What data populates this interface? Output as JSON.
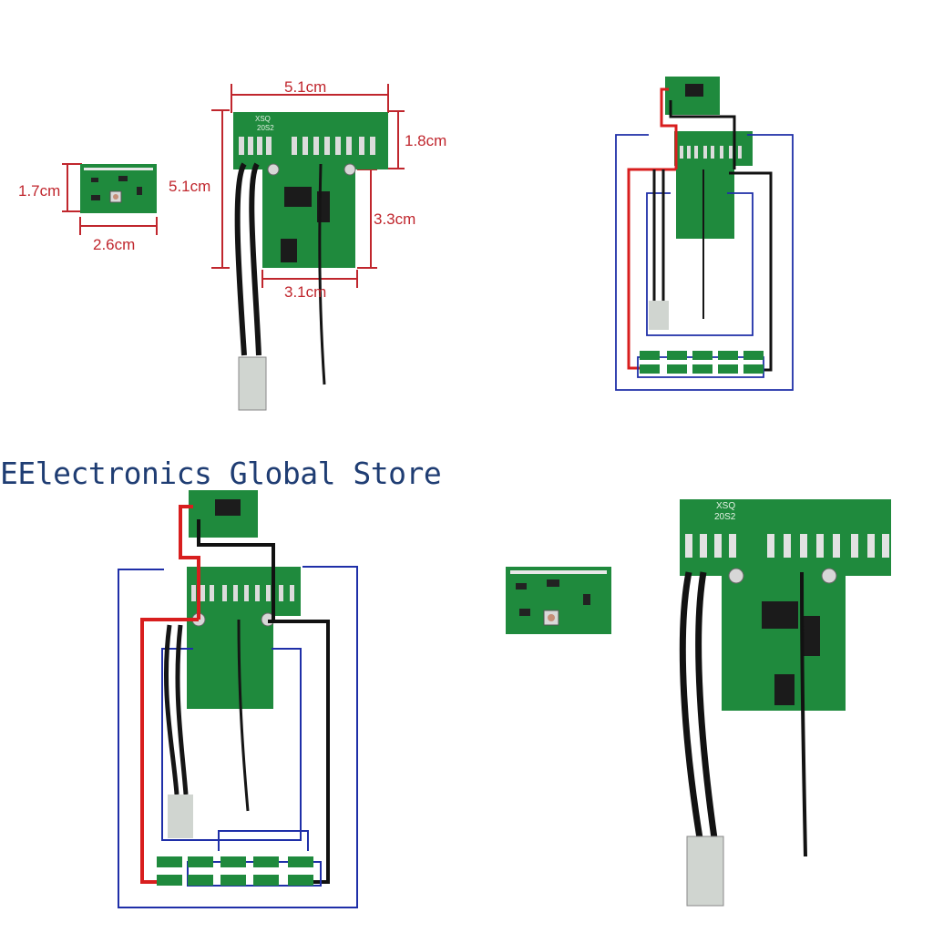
{
  "dimensions": {
    "small_width": "2.6cm",
    "small_height": "1.7cm",
    "main_width": "5.1cm",
    "main_height": "5.1cm",
    "tab_height": "1.8cm",
    "lower_height": "3.3cm",
    "lower_width": "3.1cm"
  },
  "board_silkscreen": {
    "brand": "XSQ",
    "code": "20S2"
  },
  "watermark": "EElectronics Global Store",
  "colors": {
    "pcb_green": "#1f8a3d",
    "dimension_red": "#c0262d",
    "wire_blue": "#1f2fa8",
    "wire_red": "#d81e1e",
    "wire_black": "#111111"
  }
}
